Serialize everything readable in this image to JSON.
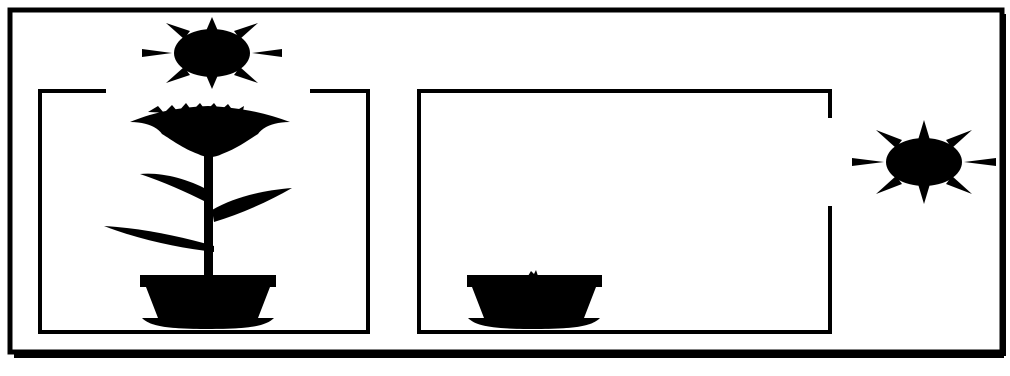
{
  "colors": {
    "ink": "#000000",
    "background": "#ffffff"
  },
  "figure": {
    "panels": [
      {
        "id": "left",
        "light_source": "above",
        "opening": "top",
        "plant": "tall-flowering-plant-growing-upward",
        "icons": [
          "sun-icon",
          "flower-icon",
          "flower-pot-icon"
        ]
      },
      {
        "id": "right",
        "light_source": "side",
        "opening": "right-side",
        "plant": "tiny-sprout",
        "icons": [
          "sun-icon",
          "sprout-icon",
          "flower-pot-icon"
        ]
      }
    ]
  }
}
